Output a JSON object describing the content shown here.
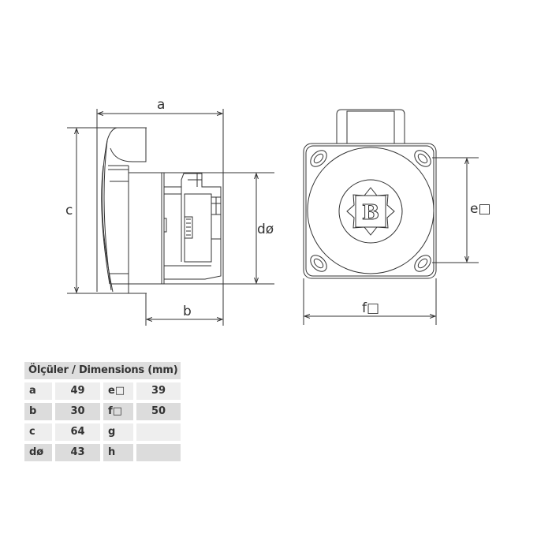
{
  "drawing": {
    "side_view_labels": {
      "a": "a",
      "b": "b",
      "c": "c",
      "d": "dø"
    },
    "front_view_labels": {
      "e": "e□",
      "f": "f□"
    },
    "logo_letter": "B",
    "line_color": "#333333"
  },
  "table": {
    "title": "Ölçüler / Dimensions (mm)",
    "rows": [
      {
        "k1": "a",
        "v1": "49",
        "k2": "e□",
        "v2": "39"
      },
      {
        "k1": "b",
        "v1": "30",
        "k2": "f□",
        "v2": "50"
      },
      {
        "k1": "c",
        "v1": "64",
        "k2": "g",
        "v2": ""
      },
      {
        "k1": "dø",
        "v1": "43",
        "k2": "h",
        "v2": ""
      }
    ],
    "colors": {
      "header": "#dedede",
      "row_light": "#eeeeee",
      "row_dark": "#dcdcdc"
    }
  }
}
